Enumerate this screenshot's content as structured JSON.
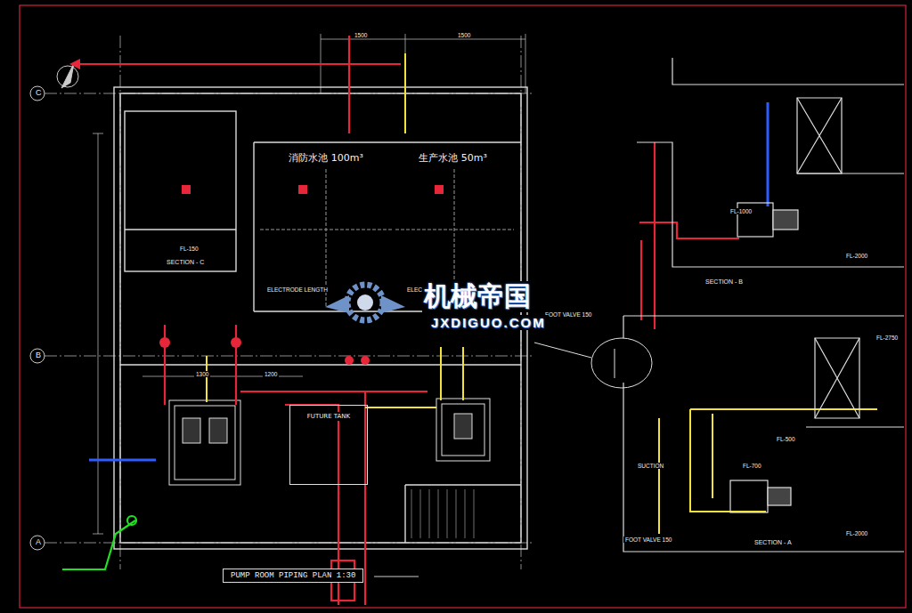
{
  "diagram": {
    "title": "PUMP ROOM PIPING PLAN 1:30",
    "nodes": [
      {
        "text": [
          "消防水池 100m³"
        ]
      },
      {
        "text": [
          "生产水池 50m³"
        ]
      },
      {
        "text": [
          "FUTURE TANK"
        ]
      }
    ],
    "labels": [
      "SECTION - C",
      "SECTION - B",
      "SECTION - A",
      "FOOT VALVE 150",
      "FOOT VALVE 150",
      "ELECTRODE LENGTH",
      "ELECTRODE LENGTH",
      "FL-2000",
      "FL-2000",
      "FL-2750",
      "FL-1000",
      "FL-500",
      "FL-150",
      "1500",
      "1500",
      "1200",
      "1300",
      "SUCTION",
      "FL-700",
      "C",
      "B",
      "A",
      "机械帝国",
      "JXDIGUO.COM"
    ]
  }
}
